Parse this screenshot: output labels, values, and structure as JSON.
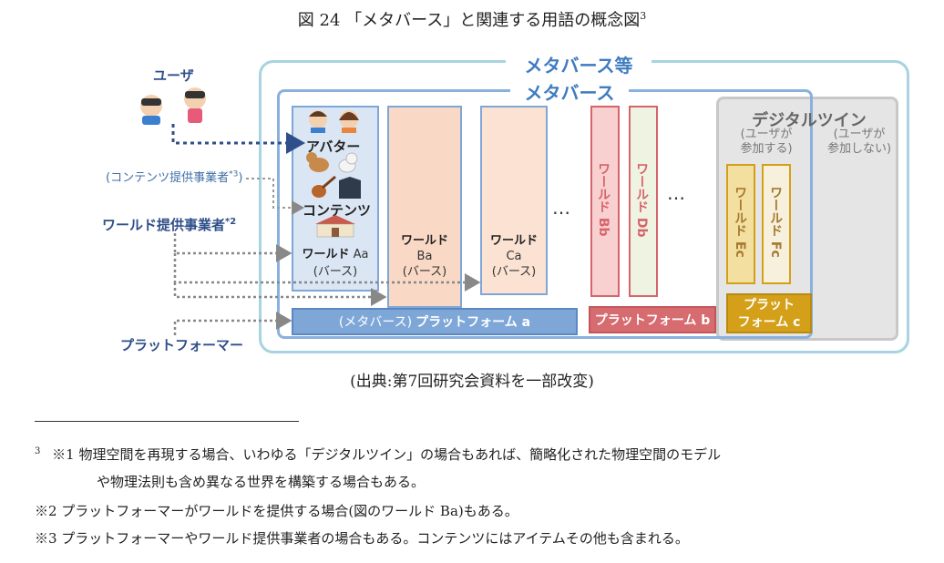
{
  "caption": {
    "text": "図 24 「メタバース」と関連する用語の概念図",
    "ref": "3"
  },
  "diagram": {
    "metaverse_etc": "メタバース等",
    "metaverse": "メタバース",
    "digital_twin": "デジタルツイン",
    "dt_user_join": "(ユーザが\n参加する)",
    "dt_user_not_join": "(ユーザが\n参加しない)",
    "user": "ユーザ",
    "content_provider": "(コンテンツ提供事業者",
    "content_provider_ref": "*3",
    "content_provider_close": ")",
    "world_provider": "ワールド提供事業者",
    "world_provider_ref": "*2",
    "platformer": "プラットフォーマー",
    "avatar": "アバター",
    "contents": "コンテンツ",
    "world_aa": "ワールド",
    "world_aa_id": "Aa",
    "world_aa_sub": "(バース)",
    "world_ba": "ワールド",
    "world_ba_id": "Ba",
    "world_ba_sub": "(バース)",
    "world_ca": "ワールド",
    "world_ca_id": "Ca",
    "world_ca_sub": "(バース)",
    "ellipsis": "…",
    "world_bb": "ワールド Bb",
    "world_db": "ワールド Db",
    "world_ec": "ワールド Ec",
    "world_fc": "ワールド Fc",
    "platform_a_prefix": "(メタバース)",
    "platform_a": "プラットフォーム a",
    "platform_b": "プラットフォーム b",
    "platform_c1": "プラット",
    "platform_c2": "フォーム c"
  },
  "source": "(出典:第7回研究会資料を一部改変)",
  "footnotes": {
    "ref": "3",
    "line1": "※1 物理空間を再現する場合、いわゆる「デジタルツイン」の場合もあれば、簡略化された物理空間のモデル",
    "line2": "や物理法則も含め異なる世界を構築する場合もある。",
    "line3": "※2 プラットフォーマーがワールドを提供する場合(図のワールド Ba)もある。",
    "line4": "※3 プラットフォーマーやワールド提供事業者の場合もある。コンテンツにはアイテムその他も含まれる。"
  },
  "colors": {
    "outer_border": "#a8d3e0",
    "metaverse_border": "#8ab1dd",
    "platform_a": "#7ea7d8",
    "world_aa_fill": "#dbe6f4",
    "world_ba_fill": "#f9d9c5",
    "world_ca_fill": "#fbe2d3",
    "world_red": "#d6646b",
    "world_b_fill": "#f8d0cf",
    "world_d_fill": "#eef3e2",
    "platform_b": "#d66b70",
    "platform_c": "#d4a019",
    "world_gold_fill": "#f3df9f",
    "digital_twin_fill": "#e5e5e5",
    "digital_twin_border": "#c8c8c8"
  }
}
